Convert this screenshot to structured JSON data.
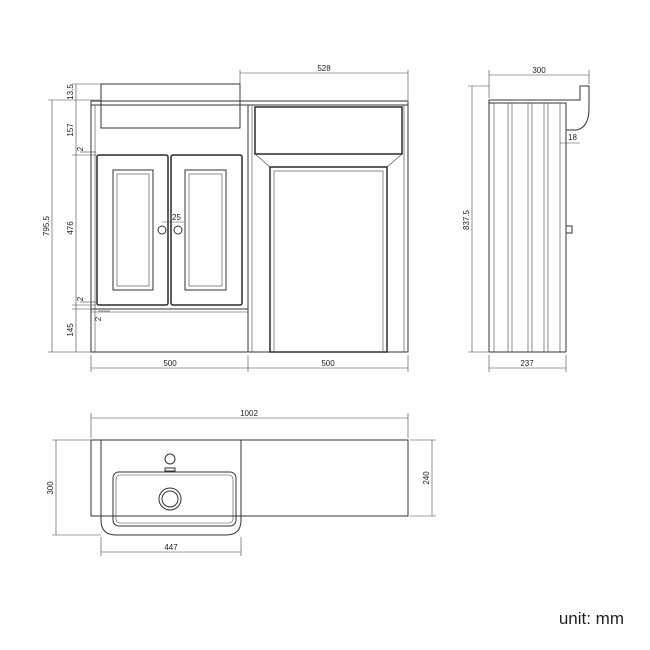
{
  "front_view": {
    "dims": {
      "top_lip": "13.5",
      "countertop_height": "157",
      "gap_top": "2",
      "door_height": "476",
      "gap_bottom": "2",
      "gap_door": "2",
      "plinth": "145",
      "total_height": "795.5",
      "knob_spacing": "25",
      "width_left": "500",
      "width_right": "500",
      "counter_width": "528"
    }
  },
  "side_view": {
    "dims": {
      "depth_top": "300",
      "overhang": "18",
      "total_height": "837.5",
      "depth_base": "237"
    }
  },
  "top_view": {
    "dims": {
      "overall_width": "1002",
      "depth": "300",
      "counter_depth": "240",
      "basin_width": "447"
    }
  },
  "unit_label": "unit: mm"
}
